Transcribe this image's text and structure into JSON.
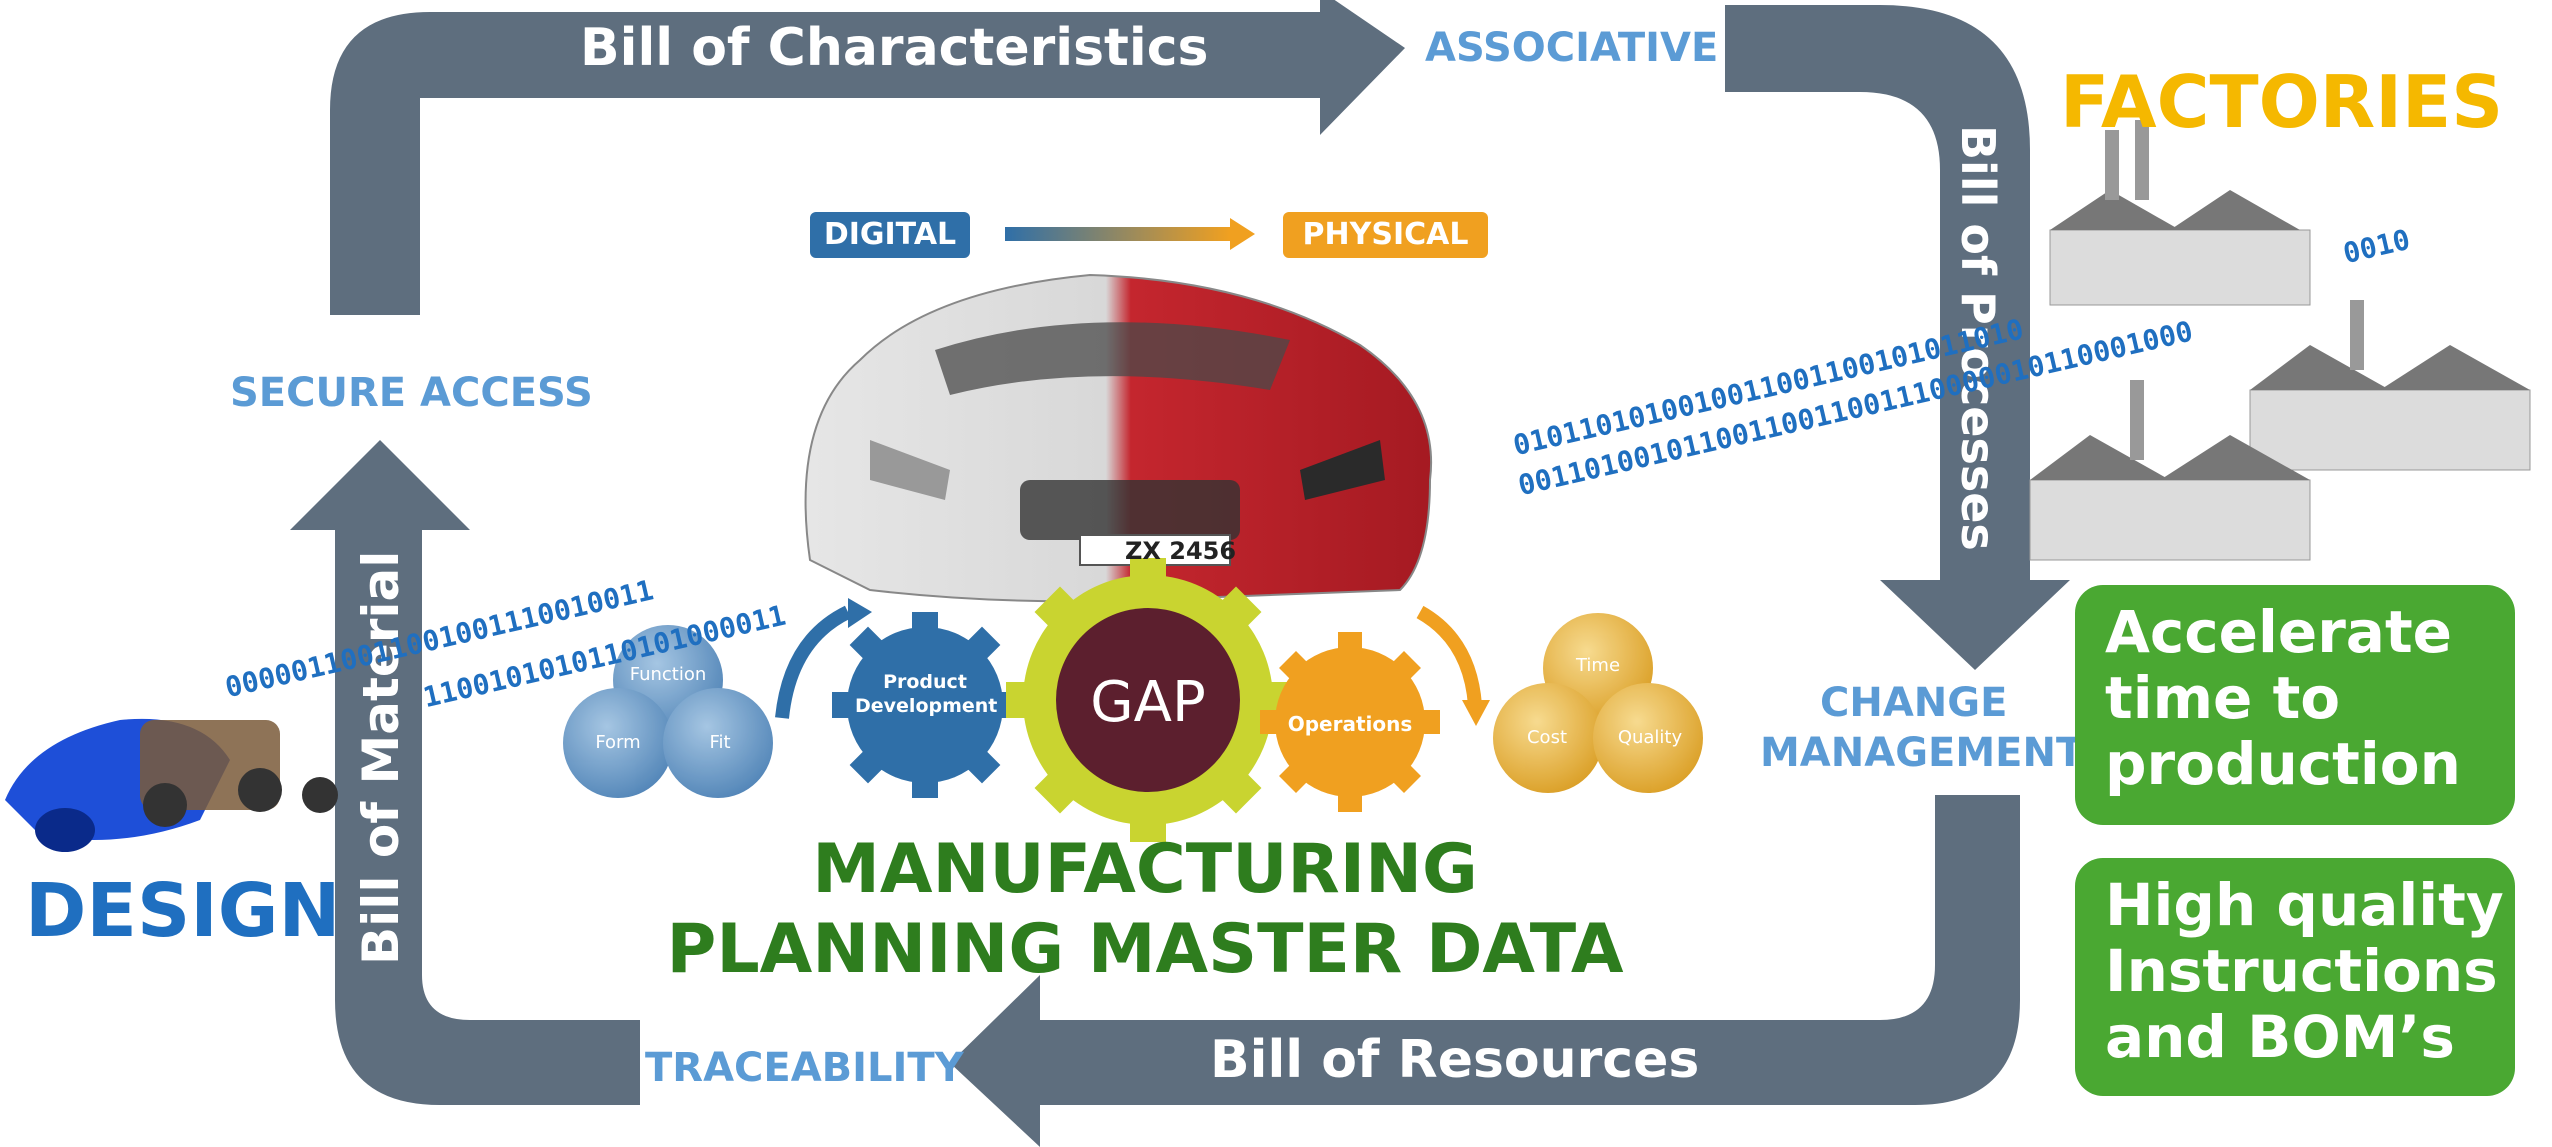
{
  "cycle": {
    "top_arrow": "Bill of Characteristics",
    "right_arrow": "Bill of Processes",
    "bottom_arrow": "Bill of Resources",
    "left_arrow": "Bill of Material"
  },
  "corners": {
    "associative": "ASSOCIATIVE",
    "secure_access": "SECURE ACCESS",
    "change_management_1": "CHANGE",
    "change_management_2": "MANAGEMENT",
    "traceability": "TRACEABILITY"
  },
  "design": {
    "label": "DESIGN"
  },
  "factories": {
    "label": "FACTORIES"
  },
  "banner": {
    "digital": "DIGITAL",
    "physical": "PHYSICAL"
  },
  "car": {
    "plate": "ZX 2456"
  },
  "gears": {
    "left": "Product Development",
    "left_1": "Product",
    "left_2": "Development",
    "center": "GAP",
    "right": "Operations"
  },
  "circles_left": {
    "top": "Function",
    "bottom_left": "Form",
    "bottom_right": "Fit"
  },
  "circles_right": {
    "top": "Time",
    "bottom_left": "Cost",
    "bottom_right": "Quality"
  },
  "title": {
    "line1": "MANUFACTURING",
    "line2": "PLANNING MASTER DATA"
  },
  "benefits": {
    "b1_l1": "Accelerate",
    "b1_l2": "time to",
    "b1_l3": "production",
    "b2_l1": "High quality",
    "b2_l2": "Instructions",
    "b2_l3": "and BOM’s"
  },
  "binary": {
    "left_1": "00000110011001001110010011",
    "left_2": "1100101010110101000011",
    "right_1": "0101101010010011001100101011010",
    "right_2": "00110100101100110011001110000010110001000",
    "top_right": "0010"
  },
  "colors": {
    "arrow": "#5e6e7e",
    "accent_blue": "#5b9bd5",
    "design_blue": "#1f6fc0",
    "factories_yellow": "#f5b800",
    "title_green": "#2e7d1e",
    "benefit_green": "#4aa832",
    "gap_maroon": "#5c1f2e",
    "gear_yellow": "#c9d430",
    "gear_orange": "#f0a020",
    "gear_blue": "#2f6fa8"
  }
}
